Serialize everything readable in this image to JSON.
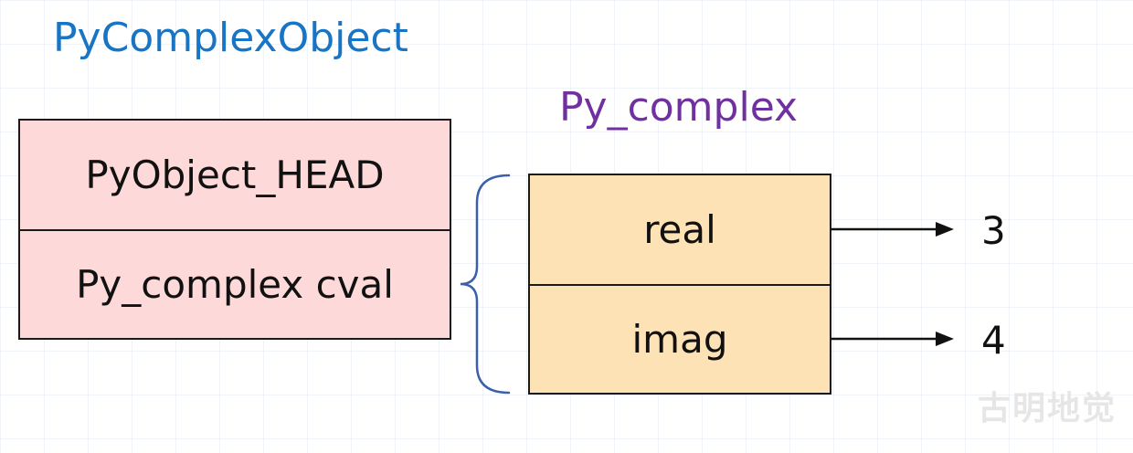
{
  "outer_struct": {
    "title": "PyComplexObject",
    "title_color": "#1874c4",
    "box_color": "#fdd9d9",
    "fields": [
      "PyObject_HEAD",
      "Py_complex cval"
    ]
  },
  "inner_struct": {
    "title": "Py_complex",
    "title_color": "#7030a0",
    "box_color": "#fde2b6",
    "fields": [
      "real",
      "imag"
    ],
    "values": [
      "3",
      "4"
    ]
  },
  "brace_color": "#3b5fa8",
  "watermark": "古明地觉"
}
